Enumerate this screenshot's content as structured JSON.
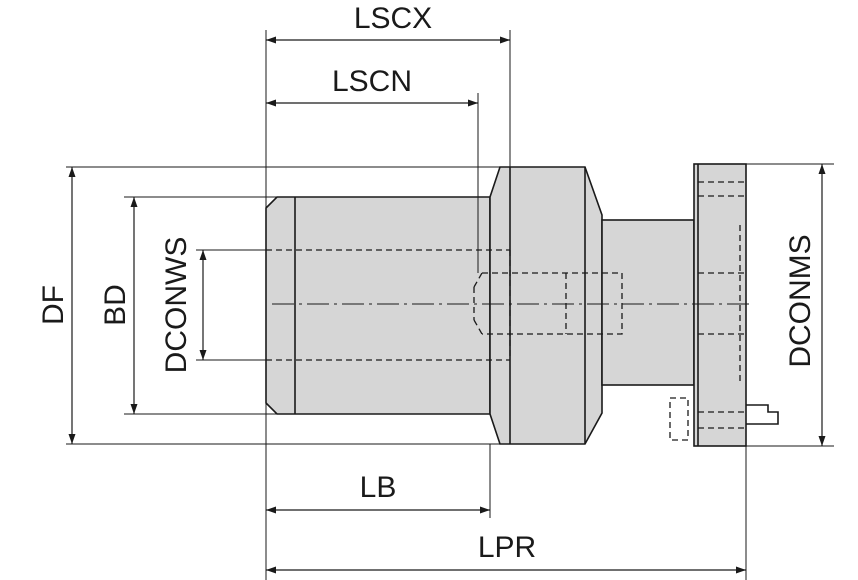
{
  "labels": {
    "lscx": "LSCX",
    "lscn": "LSCN",
    "df": "DF",
    "bd": "BD",
    "dconws": "DCONWS",
    "dconms": "DCONMS",
    "lb": "LB",
    "lpr": "LPR"
  },
  "colors": {
    "body": "#d6d6d6",
    "line": "#1a1a1a",
    "background": "#ffffff"
  }
}
